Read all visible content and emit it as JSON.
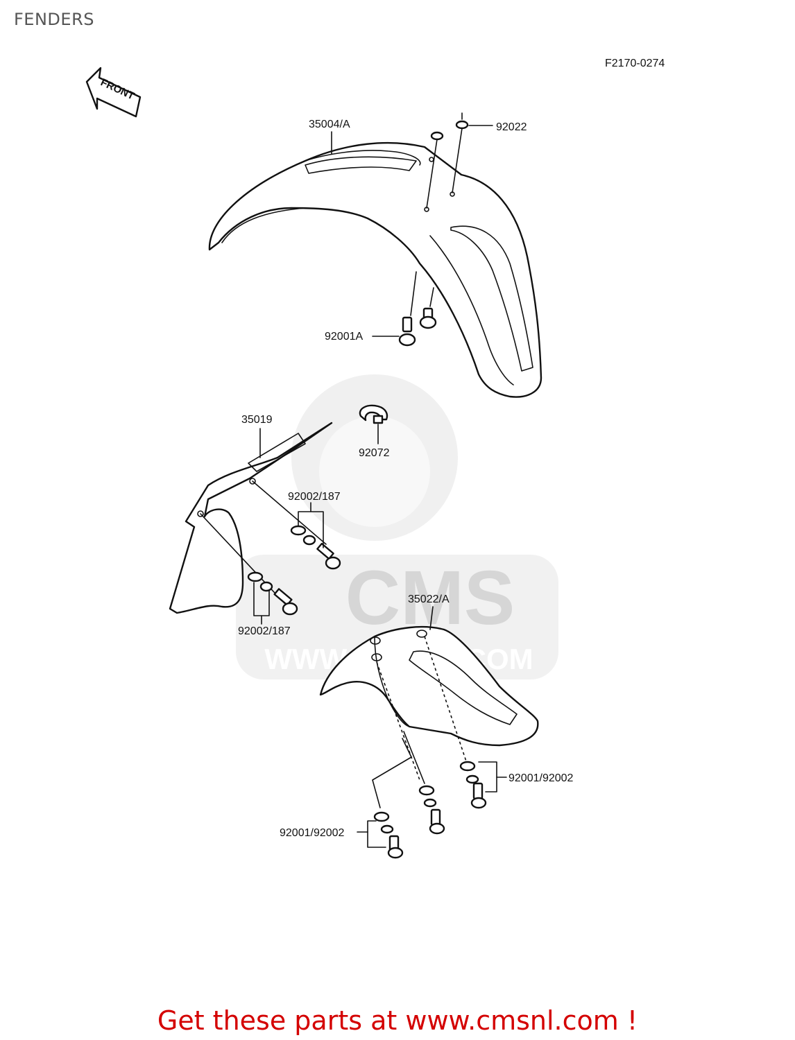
{
  "page": {
    "title": "FENDERS",
    "diagram_code": "F2170-0274"
  },
  "front_arrow": {
    "text": "FRONT"
  },
  "labels": {
    "l35004": "35004/A",
    "l92022": "92022",
    "l92001a": "92001A",
    "l35019": "35019",
    "l92072": "92072",
    "l92002_top": "92002/187",
    "l92002_bottom": "92002/187",
    "l35022": "35022/A",
    "l92001_right": "92001/92002",
    "l92001_left": "92001/92002"
  },
  "watermark": {
    "brand": "CMS",
    "url": "WWW.CMSNL.COM"
  },
  "footer": {
    "text": "Get these parts at www.cmsnl.com !"
  },
  "colors": {
    "footer": "#d40000",
    "title": "#555555",
    "watermark": "#e4e4e4"
  }
}
